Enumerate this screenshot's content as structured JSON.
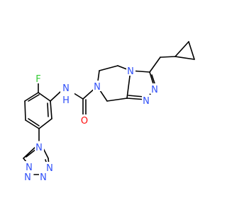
{
  "atoms": {
    "fluorine": {
      "symbol": "F",
      "color": "#33cc33"
    },
    "amide_nh": {
      "symbol": "N",
      "suffix": "H",
      "color": "#3050f8"
    },
    "carbonyl_o": {
      "symbol": "O",
      "color": "#ff0d0d"
    },
    "ring_n_pip": {
      "symbol": "N",
      "color": "#3050f8"
    },
    "ring_n_fused": {
      "symbol": "N",
      "color": "#3050f8"
    },
    "tri_n_right": {
      "symbol": "N",
      "color": "#3050f8"
    },
    "tri_n_bottom": {
      "symbol": "N",
      "color": "#3050f8"
    },
    "tet_n1": {
      "symbol": "N",
      "color": "#3050f8"
    },
    "tet_n_top": {
      "symbol": "N",
      "color": "#3050f8"
    },
    "tet_n_left": {
      "symbol": "N",
      "color": "#3050f8"
    },
    "tet_n_bottom": {
      "symbol": "N",
      "color": "#3050f8"
    },
    "tet_n_right": {
      "symbol": "N",
      "color": "#3050f8"
    }
  },
  "colors": {
    "bond": "#000000",
    "background": "#ffffff"
  }
}
